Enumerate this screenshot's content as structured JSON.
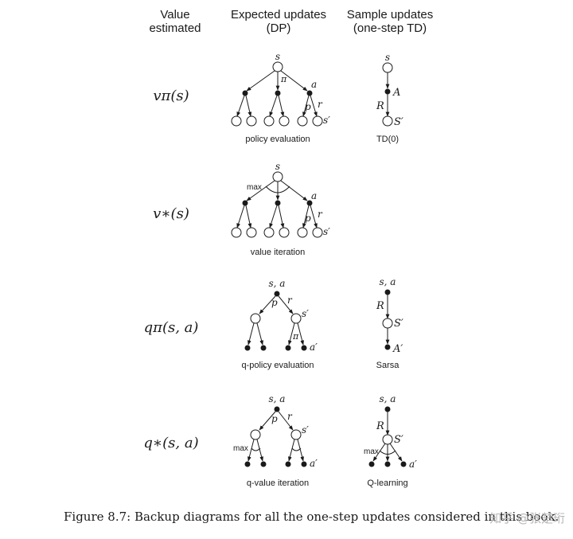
{
  "headers": {
    "value_estimated": [
      "Value",
      "estimated"
    ],
    "expected_updates": [
      "Expected updates",
      "(DP)"
    ],
    "sample_updates": [
      "Sample updates",
      "(one-step TD)"
    ]
  },
  "rows": [
    {
      "value": "vπ(s)",
      "dp_labels": {
        "s": "s",
        "pi": "π",
        "a": "a",
        "p": "p",
        "r": "r",
        "s_prime": "s′"
      },
      "dp_caption": "policy evaluation",
      "td_labels": {
        "s": "s",
        "A": "A",
        "R": "R",
        "S_prime": "S′"
      },
      "td_caption": "TD(0)"
    },
    {
      "value": "v∗(s)",
      "dp_labels": {
        "s": "s",
        "max": "max",
        "a": "a",
        "p": "p",
        "r": "r",
        "s_prime": "s′"
      },
      "dp_caption": "value iteration"
    },
    {
      "value": "qπ(s, a)",
      "dp_labels": {
        "sa": "s, a",
        "p": "p",
        "r": "r",
        "s_prime": "s′",
        "pi": "π",
        "a_prime": "a′"
      },
      "dp_caption": "q-policy evaluation",
      "td_labels": {
        "sa": "s, a",
        "R": "R",
        "S_prime": "S′",
        "A_prime": "A′"
      },
      "td_caption": "Sarsa"
    },
    {
      "value": "q∗(s, a)",
      "dp_labels": {
        "sa": "s, a",
        "p": "p",
        "r": "r",
        "s_prime": "s′",
        "max": "max",
        "a_prime": "a′"
      },
      "dp_caption": "q-value iteration",
      "td_labels": {
        "sa": "s, a",
        "R": "R",
        "S_prime": "S′",
        "max": "max",
        "a_prime": "a′"
      },
      "td_caption": "Q-learning"
    }
  ],
  "caption": "Figure 8.7: Backup diagrams for all the one-step updates considered in this book.",
  "watermark": "知乎 @张楚珩"
}
